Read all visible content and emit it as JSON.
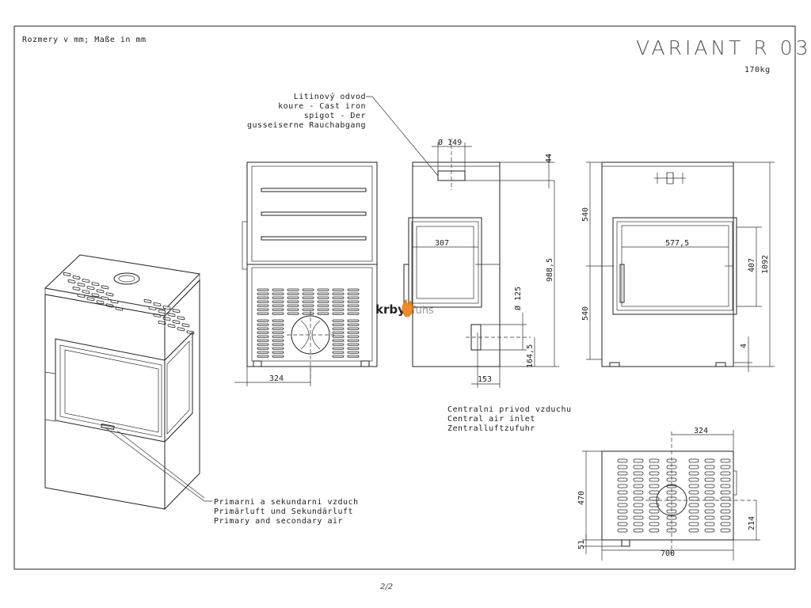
{
  "header": {
    "units_note": "Rozmery v mm; Maße in mm",
    "model_title": "VARIANT R 03",
    "weight": "170kg"
  },
  "annotations": {
    "flue_outlet": [
      "Litinový odvod",
      "koure - Cast iron",
      "spigot - Der",
      "gusseiserne Rauchabgang"
    ],
    "central_air": [
      "Centralni privod vzduchu",
      "Central air inlet",
      "Zentralluftzufuhr"
    ],
    "primary_air": [
      "Primarni a sekundarni vzduch",
      "Primärluft und Sekundärluft",
      "Primary and secondary air"
    ]
  },
  "dimensions": {
    "front_width_base": "324",
    "flue_diameter": "Ø 149",
    "flue_top_offset": "44",
    "door_width_side": "307",
    "overall_height_side": "988,5",
    "air_inlet_diameter": "Ø 125",
    "air_inlet_height": "164,5",
    "air_inlet_offset": "153",
    "right_upper_height": "540",
    "right_lower_height": "540",
    "right_glass_width": "577,5",
    "right_glass_height": "407",
    "right_total_height": "1092",
    "right_foot_height": "4",
    "top_view_inlet_width": "324",
    "top_view_depth": "470",
    "top_view_inlet_depth": "214",
    "top_view_width": "700",
    "top_view_offset": "51"
  },
  "brand": {
    "logo_main": "krby",
    "logo_suffix": "fuhs"
  },
  "footer": {
    "page_number": "2/2"
  }
}
